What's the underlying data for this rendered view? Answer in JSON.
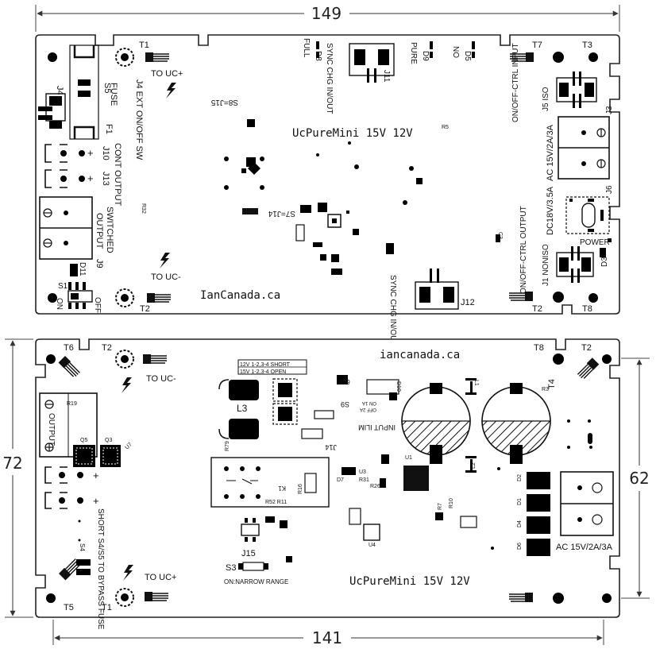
{
  "dimensions": {
    "top_width": "149",
    "bottom_width": "141",
    "left_height": "72",
    "right_height": "62"
  },
  "top_board": {
    "title": "UcPureMini 15V 12V",
    "brand": "IanCanada.ca",
    "terminals": {
      "t1": "T1",
      "t2": "T2",
      "t3": "T3",
      "t7": "T7",
      "t8": "T8"
    },
    "to_uc_plus": "TO UC+",
    "to_uc_minus": "TO UC-",
    "left_labels": {
      "j4": "J4",
      "s5": "S5",
      "fuse": "FUSE",
      "f1": "F1",
      "ext_sw": "J4 EXT ON/OFF SW",
      "cont_output": "CONT OUTPUT",
      "j10": "J10",
      "j13": "J13",
      "switched": "SWITCHED",
      "output": "OUTPUT",
      "j9": "J9",
      "d11": "D11",
      "s1": "S1",
      "on": "ON",
      "off": "OFF",
      "r32": "R32"
    },
    "center_labels": {
      "full": "FULL",
      "d8": "D8",
      "sync_chg_in_out": "SYNC CHG IN/OUT",
      "j11": "J11",
      "pure": "PURE",
      "d9": "D9",
      "no": "NO",
      "d5": "D5",
      "s8_j15": "S8=J15",
      "s7_j14": "S7=J14",
      "sync_chg_in_out_2": "SYNC CHG IN/OUT",
      "j12": "J12",
      "r5": "R5",
      "c3": "C3"
    },
    "right_labels": {
      "input_ctrl": "ON/OFF-CTRL INPUT",
      "j5_iso": "J5 ISO",
      "j3": "J3",
      "ac_in": "AC 15V/2A/3A",
      "dc_in": "DC18V/3.5A",
      "j6": "J6",
      "power": "POWER",
      "d3": "D3",
      "output_ctrl": "ON/OFF-CTRL OUTPUT",
      "j1_noniso": "J1 NONISO"
    }
  },
  "bottom_board": {
    "title": "UcPureMini 15V 12V",
    "brand": "iancanada.ca",
    "terminals": {
      "t1": "T1",
      "t2": "T2",
      "t2b": "T2",
      "t4": "T4",
      "t5": "T5",
      "t6": "T6",
      "t8": "T8"
    },
    "to_uc_plus": "TO UC+",
    "to_uc_minus": "TO UC-",
    "labels": {
      "output": "OUTPUT",
      "r19": "R19",
      "q5": "Q5",
      "q3": "Q3",
      "u7": "U7",
      "l3": "L3",
      "r79": "R79",
      "r89": "R89",
      "d10": "D10",
      "j14": "J14",
      "input_ilim": "INPUT ILIM",
      "s9": "S9",
      "on_1a": "ON 1A",
      "off_2a": "OFF 2A",
      "j14_tbl_a": "12V  1-2,3-4 SHORT",
      "j14_tbl_b": "15V  1-2,3-4 OPEN",
      "k1": "K1",
      "r52_r11": "R52 R11",
      "r16": "R16",
      "j15": "J15",
      "s3": "S3",
      "narrow_range": "ON:NARROW RANGE",
      "short_fuse": "SHORT S4/S5 TO BYPASS FUSE",
      "s4": "S4",
      "ac_in": "AC 15V/2A/3A",
      "u1": "U1",
      "u3": "U3",
      "u4": "U4",
      "d7": "D7",
      "r31": "R31",
      "r26": "R26",
      "l1": "L1",
      "l2": "L2",
      "r3": "R3",
      "d1": "D1",
      "d2": "D2",
      "d4": "D4",
      "d6": "D6",
      "r7": "R7",
      "r10": "R10"
    }
  }
}
